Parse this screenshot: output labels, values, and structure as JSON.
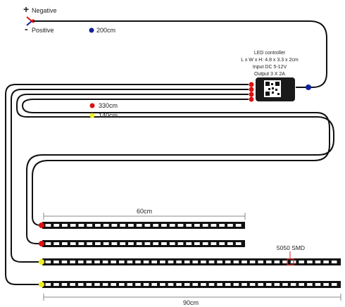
{
  "legend": {
    "negative_sign": "+",
    "negative_label": "Negative",
    "positive_sign": "-",
    "positive_label": "Positive"
  },
  "cables": {
    "blue_length": "200cm",
    "red_length": "330cm",
    "yellow_length": "140cm"
  },
  "controller": {
    "title": "LED controller",
    "dimensions": "L x W x H: 4.8 x 3.3 x 2cm",
    "input": "Input DC 5-12V",
    "output": "Output 3 X 2A"
  },
  "strips": {
    "short_length": "60cm",
    "long_length": "90cm",
    "smd_label": "5050 SMD",
    "short_segment_count": 24,
    "long_segment_count": 36
  },
  "colors": {
    "wire": "#111111",
    "red_connector": "#dd1111",
    "yellow_connector": "#eeee22",
    "blue_connector": "#112299",
    "strip_body": "#111111",
    "led_chip": "#ffffff",
    "smd_marker": "#dd2222",
    "dimension_line": "#888888"
  },
  "icons": {
    "controller_qr": "qr-code-icon"
  }
}
